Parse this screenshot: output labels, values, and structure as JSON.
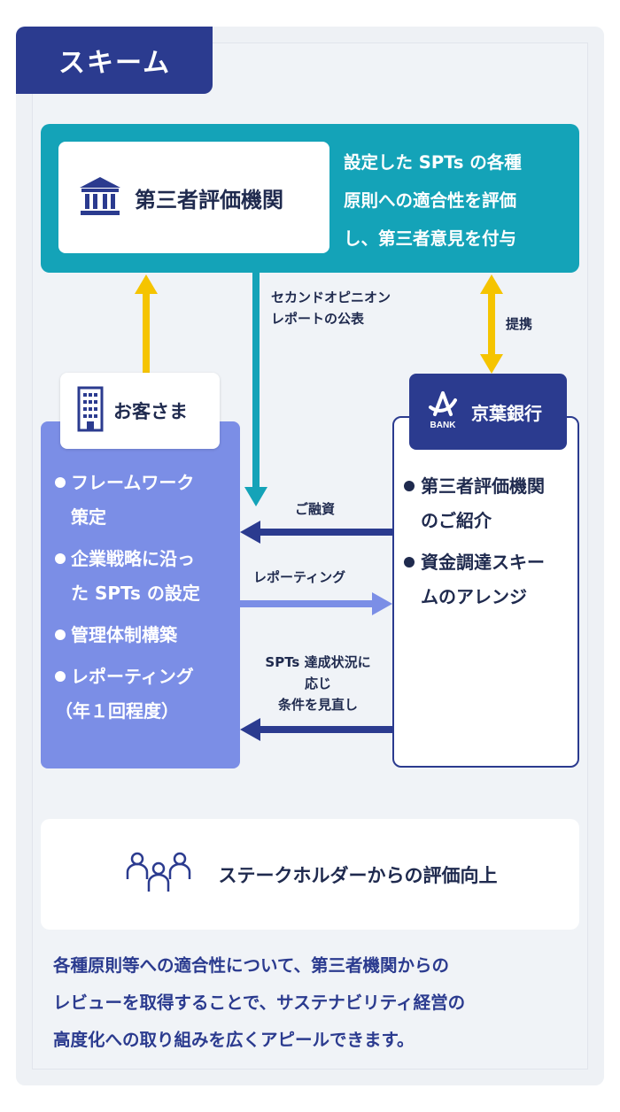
{
  "section_tag": "スキーム",
  "third_party": {
    "label": "第三者評価機関",
    "icon": "institution-icon",
    "description": [
      "設定した SPTs の各種",
      "原則への適合性を評価",
      "し、第三者意見を付与"
    ]
  },
  "arrows": {
    "second_opinion": [
      "セカンドオピニオン",
      "レポートの公表"
    ],
    "partnership": "提携",
    "financing": "ご融資",
    "reporting": "レポーティング",
    "condition_review": [
      "SPTs 達成状況に",
      "応じ",
      "条件を見直し"
    ]
  },
  "customer": {
    "label": "お客さま",
    "icon": "building-icon",
    "items": [
      [
        "フレームワーク",
        "策定"
      ],
      [
        "企業戦略に沿っ",
        "た SPTs の設定"
      ],
      [
        "管理体制構築"
      ],
      [
        "レポーティング",
        "（年１回程度）"
      ]
    ]
  },
  "bank": {
    "label": "京葉銀行",
    "logo_text": "BANK",
    "icon": "bank-logo-icon",
    "items": [
      [
        "第三者評価機関",
        "のご紹介"
      ],
      [
        "資金調達スキー",
        "ムのアレンジ"
      ]
    ]
  },
  "stakeholder": {
    "label": "ステークホルダーからの評価向上",
    "icon": "people-icon"
  },
  "footer_lines": [
    "各種原則等への適合性について、第三者機関からの",
    "レビューを取得することで、サステナビリティ経営の",
    "高度化への取り組みを広くアピールできます。"
  ],
  "colors": {
    "navy": "#2b3b8f",
    "teal": "#14a3b8",
    "periwinkle": "#7b8ee6",
    "yellow": "#f5c400",
    "light_bg": "#f0f3f7"
  }
}
